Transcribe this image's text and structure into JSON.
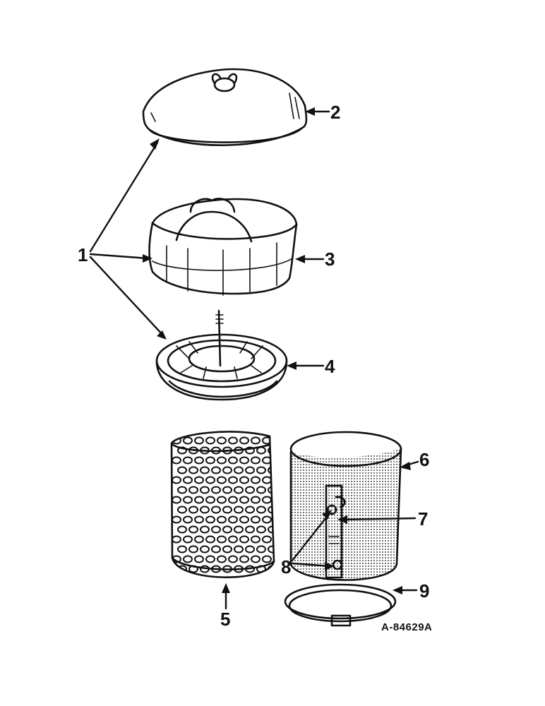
{
  "callouts": {
    "c1": "1",
    "c2": "2",
    "c3": "3",
    "c4": "4",
    "c5": "5",
    "c6": "6",
    "c7": "7",
    "c8": "8",
    "c9": "9"
  },
  "drawing_number": "A-84629A",
  "colors": {
    "ink": "#111111",
    "paper": "#ffffff"
  }
}
